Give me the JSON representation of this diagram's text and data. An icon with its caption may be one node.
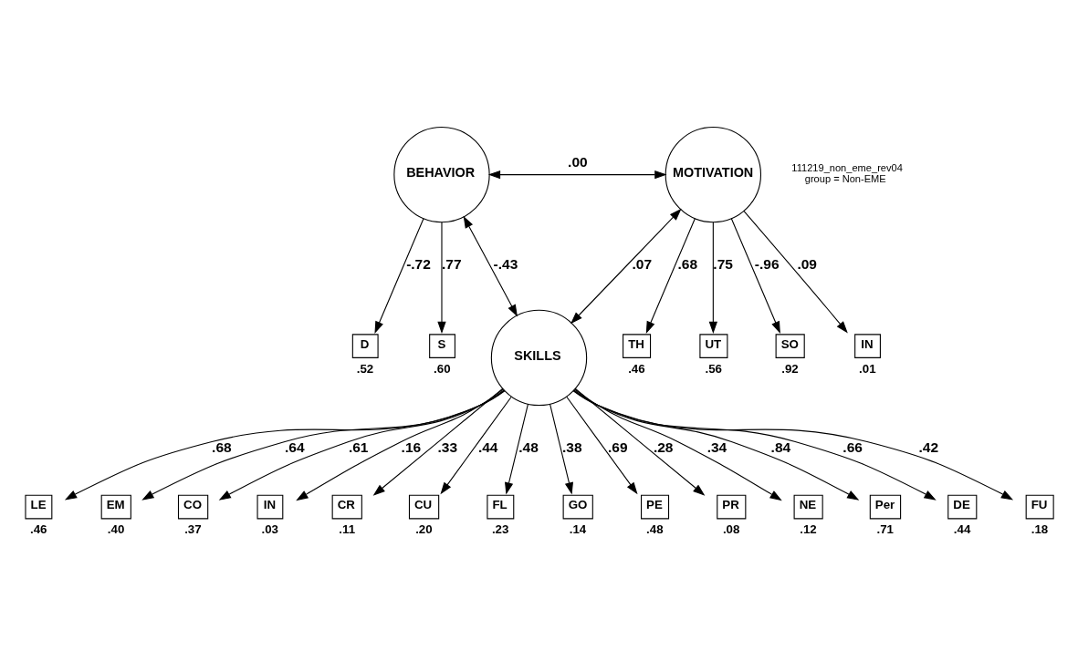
{
  "diagram": {
    "nodes": [
      {
        "text": [
          "D"
        ],
        "beside": [
          ".52"
        ]
      },
      {
        "text": [
          "S"
        ],
        "beside": [
          ".60"
        ]
      },
      {
        "text": [
          "BEHAVIOR"
        ]
      },
      {
        "text": [
          "MOTIVATION"
        ]
      },
      {
        "text": [
          "TH"
        ],
        "beside": [
          ".46"
        ]
      },
      {
        "text": [
          "UT"
        ],
        "beside": [
          ".56"
        ]
      },
      {
        "text": [
          "SO"
        ],
        "beside": [
          ".92"
        ]
      },
      {
        "text": [
          "IN"
        ],
        "beside": [
          ".01"
        ]
      },
      {
        "text": [
          "SKILLS"
        ]
      },
      {
        "text": [
          "LE"
        ],
        "beside": [
          ".46"
        ]
      },
      {
        "text": [
          "EM"
        ],
        "beside": [
          ".40"
        ]
      },
      {
        "text": [
          "CO"
        ],
        "beside": [
          ".37"
        ]
      },
      {
        "text": [
          "IN"
        ],
        "beside": [
          ".03"
        ]
      },
      {
        "text": [
          "CR"
        ],
        "beside": [
          ".11"
        ]
      },
      {
        "text": [
          "CU"
        ],
        "beside": [
          ".20"
        ]
      },
      {
        "text": [
          "FL"
        ],
        "beside": [
          ".23"
        ]
      },
      {
        "text": [
          "GO"
        ],
        "beside": [
          ".14"
        ]
      },
      {
        "text": [
          "PE"
        ],
        "beside": [
          ".48"
        ]
      },
      {
        "text": [
          "PR"
        ],
        "beside": [
          ".08"
        ]
      },
      {
        "text": [
          "NE"
        ],
        "beside": [
          ".12"
        ]
      },
      {
        "text": [
          "Per"
        ],
        "beside": [
          ".71"
        ]
      },
      {
        "text": [
          "DE"
        ],
        "beside": [
          ".44"
        ]
      },
      {
        "text": [
          "FU"
        ],
        "beside": [
          ".18"
        ]
      }
    ],
    "edges": [
      {
        "from": 2,
        "to": 0,
        "arrow": "to",
        "label": "-.72"
      },
      {
        "from": 2,
        "to": 1,
        "arrow": "to",
        "label": ".77"
      },
      {
        "from": 2,
        "to": 3,
        "arrow": "both",
        "label": ".00"
      },
      {
        "from": 2,
        "to": 8,
        "arrow": "both",
        "label": "-.43"
      },
      {
        "from": 3,
        "to": 8,
        "arrow": "both",
        "label": ".07"
      },
      {
        "from": 3,
        "to": 4,
        "arrow": "to",
        "label": ".68"
      },
      {
        "from": 3,
        "to": 5,
        "arrow": "to",
        "label": ".75"
      },
      {
        "from": 3,
        "to": 6,
        "arrow": "to",
        "label": "-.96"
      },
      {
        "from": 3,
        "to": 7,
        "arrow": "to",
        "label": ".09"
      },
      {
        "from": 8,
        "to": 9,
        "arrow": "to",
        "label": ".68"
      },
      {
        "from": 8,
        "to": 10,
        "arrow": "to",
        "label": ".64"
      },
      {
        "from": 8,
        "to": 11,
        "arrow": "to",
        "label": ".61"
      },
      {
        "from": 8,
        "to": 12,
        "arrow": "to",
        "label": ".16"
      },
      {
        "from": 8,
        "to": 13,
        "arrow": "to",
        "label": ".33"
      },
      {
        "from": 8,
        "to": 14,
        "arrow": "to",
        "label": ".44"
      },
      {
        "from": 8,
        "to": 15,
        "arrow": "to",
        "label": ".48"
      },
      {
        "from": 8,
        "to": 16,
        "arrow": "to",
        "label": ".38"
      },
      {
        "from": 8,
        "to": 17,
        "arrow": "to",
        "label": ".69"
      },
      {
        "from": 8,
        "to": 18,
        "arrow": "to",
        "label": ".28"
      },
      {
        "from": 8,
        "to": 19,
        "arrow": "to",
        "label": ".34"
      },
      {
        "from": 8,
        "to": 20,
        "arrow": "to",
        "label": ".84"
      },
      {
        "from": 8,
        "to": 21,
        "arrow": "to",
        "label": ".66"
      },
      {
        "from": 8,
        "to": 22,
        "arrow": "to",
        "label": ".42"
      }
    ],
    "labels": [
      "111219_non_eme_rev04",
      "group = Non-EME"
    ]
  }
}
